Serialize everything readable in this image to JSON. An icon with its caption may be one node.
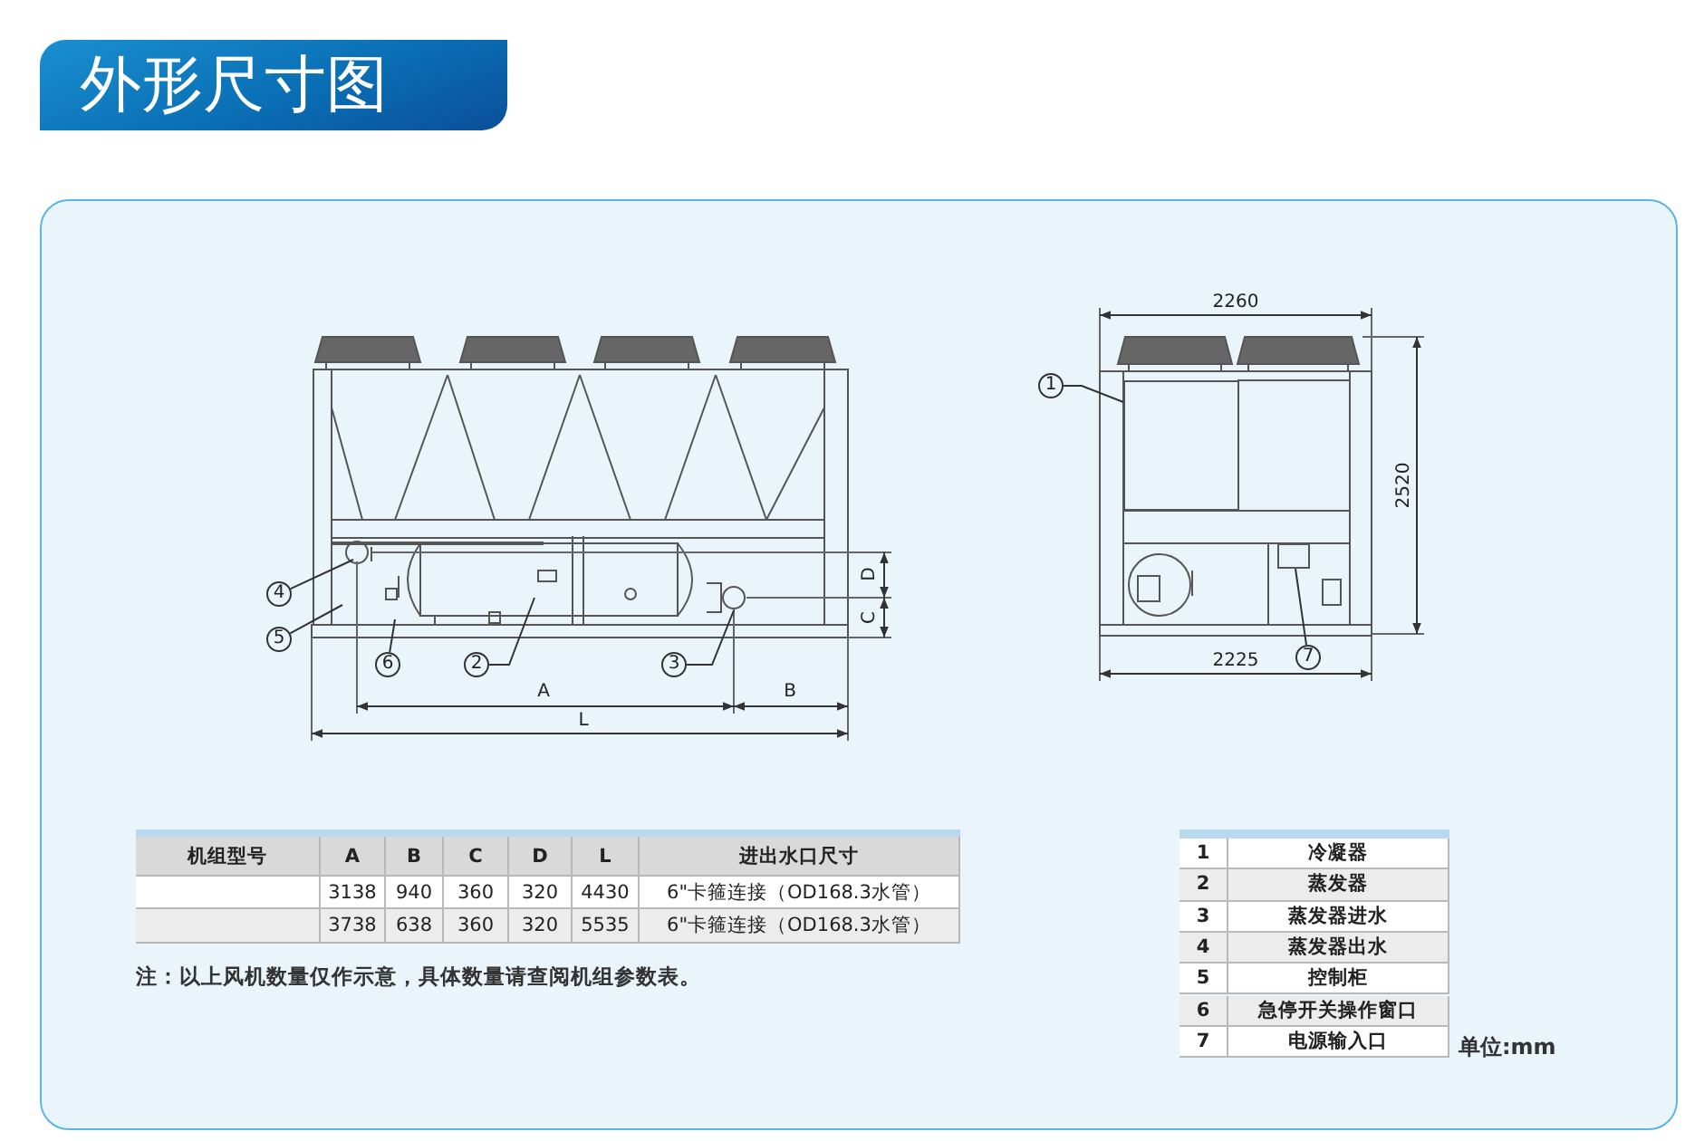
{
  "diagram": {
    "title": "外形尺寸图",
    "nodes": [
      {
        "text": [
          "4"
        ]
      },
      {
        "text": [
          "5"
        ]
      },
      {
        "text": [
          "6"
        ]
      },
      {
        "text": [
          "2"
        ]
      },
      {
        "text": [
          "3"
        ]
      },
      {
        "text": [
          "1"
        ]
      },
      {
        "text": [
          "7"
        ]
      },
      {
        "text": [],
        "shape": "box"
      },
      {
        "text": [],
        "shape": "box"
      }
    ],
    "edges": [
      {
        "from": 0,
        "to": null,
        "arrow": "none"
      },
      {
        "from": 1,
        "to": null,
        "arrow": "none"
      },
      {
        "from": 2,
        "to": null,
        "arrow": "none"
      },
      {
        "from": 3,
        "to": null,
        "arrow": "none"
      },
      {
        "from": 4,
        "to": null,
        "arrow": "none"
      },
      {
        "from": 5,
        "to": 7,
        "arrow": "none"
      },
      {
        "from": 6,
        "to": 8,
        "arrow": "none"
      }
    ],
    "labels": [
      "2260",
      "2520",
      "D",
      "C",
      "2225",
      "A",
      "B",
      "L",
      "机组型号",
      "A",
      "B",
      "C",
      "D",
      "L",
      "进出水口尺寸",
      "3138",
      "940",
      "360",
      "320",
      "4430",
      "6\"卡箍连接（OD168.3水管）",
      "3738",
      "638",
      "360",
      "320",
      "5535",
      "6\"卡箍连接（OD168.3水管）",
      "注：以上风机数量仅作示意，具体数量请查阅机组参数表。",
      "1",
      "冷凝器",
      "2",
      "蒸发器",
      "3",
      "蒸发器进水",
      "4",
      "蒸发器出水",
      "5",
      "控制柜",
      "6",
      "急停开关操作窗口",
      "7",
      "电源输入口",
      "单位:mm"
    ]
  }
}
